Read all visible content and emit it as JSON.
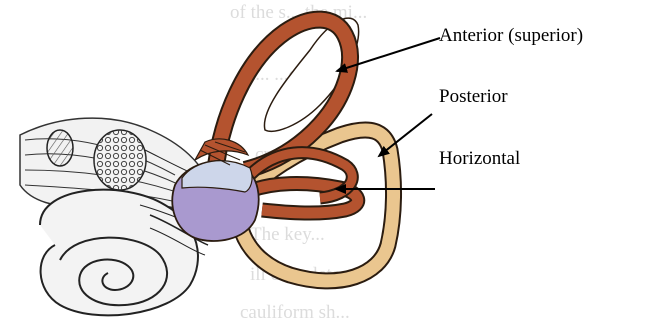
{
  "labels": {
    "anterior": "Anterior (superior)",
    "posterior": "Posterior",
    "horizontal": "Horizontal"
  },
  "colors": {
    "anterior_canal": "#b4532f",
    "posterior_canal": "#eac68f",
    "horizontal_canal": "#b4532f",
    "vestibule": "#a999cf",
    "utricle": "#cdd6ea",
    "outline": "#3a2a22",
    "background_text": "#e2e2e2"
  },
  "icons": {
    "anterior_pointer": "arrow-icon",
    "posterior_pointer": "arrow-icon",
    "horizontal_pointer": "arrow-icon"
  }
}
